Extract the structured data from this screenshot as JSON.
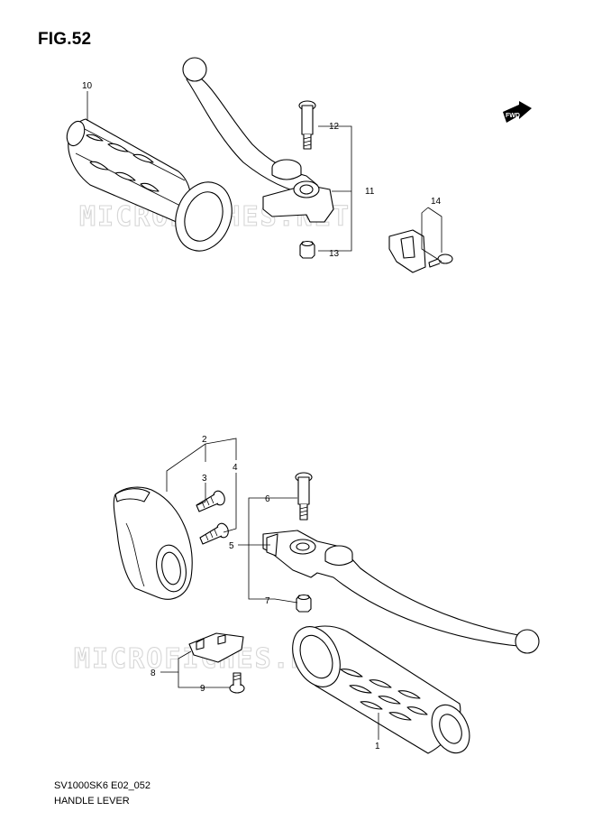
{
  "figure": {
    "title": "FIG.52"
  },
  "footer": {
    "code": "SV1000SK6 E02_052",
    "title": "HANDLE LEVER"
  },
  "watermark": {
    "text": "MICROFICHES.NET"
  },
  "direction_badge": {
    "label": "FWD"
  },
  "callouts": {
    "p1": "1",
    "p2": "2",
    "p3": "3",
    "p4": "4",
    "p5": "5",
    "p6": "6",
    "p7": "7",
    "p8": "8",
    "p9": "9",
    "p10": "10",
    "p11": "11",
    "p12": "12",
    "p13": "13",
    "p14": "14"
  },
  "colors": {
    "line": "#000000",
    "watermark": "#d6d6d6",
    "background": "#ffffff"
  }
}
